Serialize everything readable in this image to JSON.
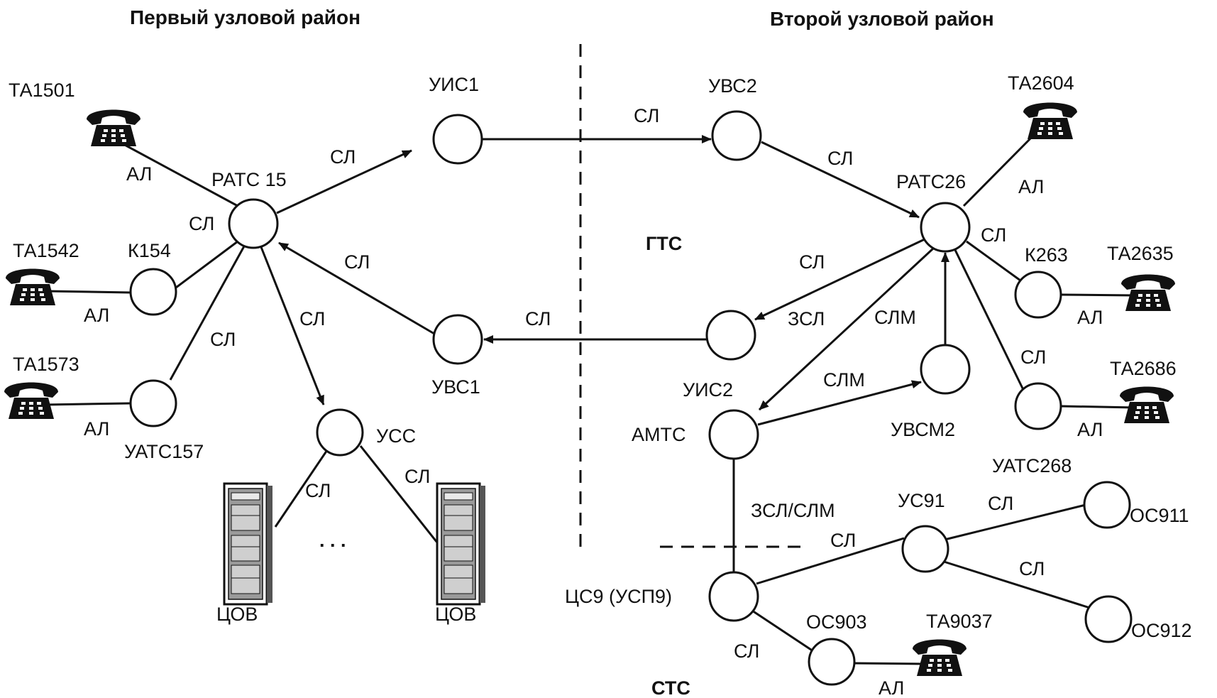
{
  "headers": {
    "left": "Первый узловой район",
    "right": "Второй узловой район"
  },
  "zones": {
    "gts": "ГТС",
    "sts": "СТС"
  },
  "nodes": {
    "ratc15": "РАТС 15",
    "uis1": "УИС1",
    "uvc1": "УВС1",
    "k154": "К154",
    "uatc157": "УАТС157",
    "ucc": "УСС",
    "uvc2": "УВС2",
    "ratc26": "РАТС26",
    "k263": "К263",
    "uatc268": "УАТС268",
    "uis2": "УИС2",
    "amtc": "АМТС",
    "uvcm2": "УВСМ2",
    "uc91": "УС91",
    "oc911": "ОС911",
    "oc912": "ОС912",
    "cs9": "ЦС9 (УСП9)",
    "oc903": "ОС903"
  },
  "phones": {
    "ta1501": "ТА1501",
    "ta1542": "ТА1542",
    "ta1573": "ТА1573",
    "ta2604": "ТА2604",
    "ta2635": "ТА2635",
    "ta2686": "ТА2686",
    "ta9037": "ТА9037"
  },
  "servers": {
    "cov_left": "ЦОВ",
    "cov_right": "ЦОВ"
  },
  "ellipsis": ". . .",
  "edge_labels": {
    "al_ta1501": "АЛ",
    "sl_k154": "СЛ",
    "al_ta1542": "АЛ",
    "sl_uatc157": "СЛ",
    "al_ta1573": "АЛ",
    "sl_ratc15_uis1": "СЛ",
    "sl_uvc1_ratc15": "СЛ",
    "sl_ratc15_ucc": "СЛ",
    "sl_ucc_cov_left": "СЛ",
    "sl_ucc_cov_right": "СЛ",
    "sl_uis1_uvc2": "СЛ",
    "sl_uis2_uvc1": "СЛ",
    "sl_uvc2_ratc26": "СЛ",
    "al_ta2604": "АЛ",
    "sl_k263": "СЛ",
    "al_ta2635": "АЛ",
    "sl_uatc268": "СЛ",
    "al_ta2686": "АЛ",
    "sl_ratc26_uis2": "СЛ",
    "zsl_ratc26_amtc": "ЗСЛ",
    "slm_uvcm2_ratc26": "СЛМ",
    "slm_amtc_uvcm2": "СЛМ",
    "zsl_slm_amtc_cs9": "ЗСЛ/СЛМ",
    "sl_cs9_uc91": "СЛ",
    "sl_uc91_oc911": "СЛ",
    "sl_uc91_oc912": "СЛ",
    "sl_cs9_oc903": "СЛ",
    "al_ta9037": "АЛ"
  }
}
